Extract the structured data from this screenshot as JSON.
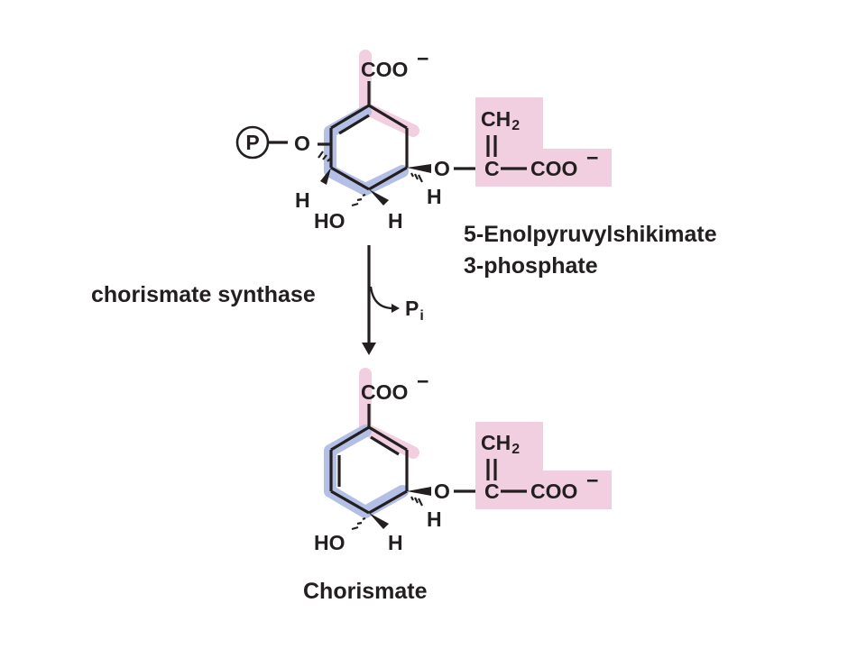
{
  "reactant": {
    "name_line1": "5-Enolpyruvylshikimate",
    "name_line2": "3-phosphate",
    "carboxylate": "COO",
    "charge": "−",
    "phosphate_symbol": "P",
    "ring_oxygen_left": "O",
    "ring_oxygen_right": "O",
    "hydroxyl": "HO",
    "hydrogen": "H",
    "side_chain_top": "CH",
    "side_chain_top_sub": "2",
    "side_chain_carbon": "C",
    "side_chain_carboxylate": "COO"
  },
  "reaction": {
    "enzyme": "chorismate synthase",
    "byproduct": "P",
    "byproduct_sub": "i"
  },
  "product": {
    "name": "Chorismate",
    "carboxylate": "COO",
    "charge": "−",
    "ring_oxygen": "O",
    "hydroxyl": "HO",
    "hydrogen": "H",
    "side_chain_top": "CH",
    "side_chain_top_sub": "2",
    "side_chain_carbon": "C",
    "side_chain_carboxylate": "COO"
  },
  "colors": {
    "pink_highlight": "#f2cfe0",
    "blue_highlight": "#b3bfe4",
    "ink": "#231f20"
  }
}
